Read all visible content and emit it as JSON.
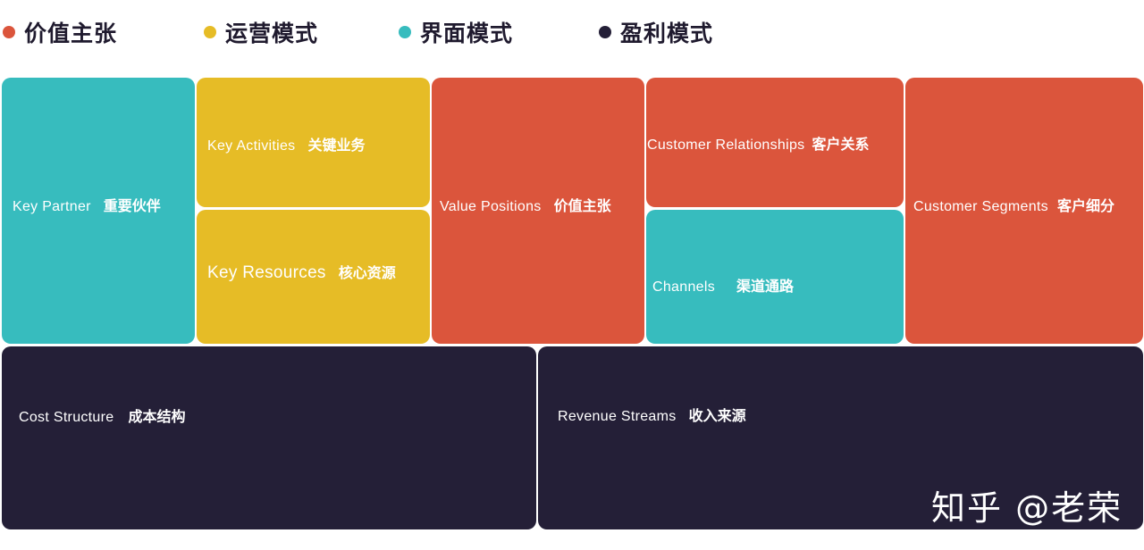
{
  "legend": [
    {
      "label": "价值主张",
      "color": "#db553c"
    },
    {
      "label": "运营模式",
      "color": "#e6bc26"
    },
    {
      "label": "界面模式",
      "color": "#37bcbe"
    },
    {
      "label": "盈利模式",
      "color": "#241f37"
    }
  ],
  "blocks": {
    "key_partner": {
      "en": "Key Partner",
      "zh": "重要伙伴"
    },
    "key_activities": {
      "en": "Key Activities",
      "zh": "关键业务"
    },
    "key_resources": {
      "en": "Key Resources",
      "zh": "核心资源"
    },
    "value_positions": {
      "en": "Value Positions",
      "zh": "价值主张"
    },
    "customer_relationships": {
      "en": "Customer Relationships",
      "zh": "客户关系"
    },
    "channels": {
      "en": "Channels",
      "zh": "渠道通路"
    },
    "customer_segments": {
      "en": "Customer Segments",
      "zh": "客户细分"
    },
    "cost_structure": {
      "en": "Cost Structure",
      "zh": "成本结构"
    },
    "revenue_streams": {
      "en": "Revenue Streams",
      "zh": "收入来源"
    }
  },
  "colors": {
    "teal": "#37bcbe",
    "yellow": "#e6bc26",
    "red": "#db553c",
    "navy": "#241f37"
  },
  "watermark": "知乎 @老荣"
}
